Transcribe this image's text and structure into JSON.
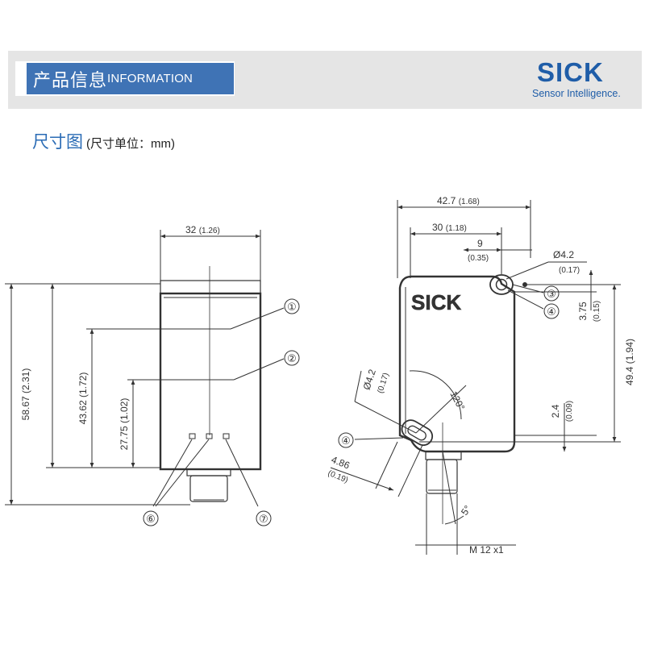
{
  "header": {
    "banner_cn": "产品信息",
    "banner_en": "INFORMATION",
    "logo_word": "SICK",
    "logo_tag": "Sensor Intelligence."
  },
  "section": {
    "title": "尺寸图",
    "subtitle": "(尺寸单位：mm)"
  },
  "front_view": {
    "width_label": "32",
    "width_label_in": "(1.26)",
    "height_total": "58.67 (2.31)",
    "height_mid": "43.62 (1.72)",
    "height_low": "27.75 (1.02)",
    "callouts": [
      "①",
      "②",
      "⑥",
      "⑦"
    ]
  },
  "side_view": {
    "overall_width": "42.7",
    "overall_width_in": "(1.68)",
    "hole_spacing": "30",
    "hole_spacing_in": "(1.18)",
    "offset": "9",
    "offset_in": "(0.35)",
    "hole_dia_top": "Ø4.2",
    "hole_dia_top_in": "(0.17)",
    "height_top": "3.75",
    "height_top_in": "(0.15)",
    "height_right": "49.4 (1.94)",
    "height_bottom": "2.4",
    "height_bottom_in": "(0.09)",
    "hole_dia_left": "Ø4.2",
    "hole_dia_left_in": "(0.17)",
    "angle_120": "120°",
    "left_offset": "4.86",
    "left_offset_in": "(0.19)",
    "angle_5": "5°",
    "thread": "M 12 x1",
    "body_logo": "SICK",
    "callouts": [
      "③",
      "④",
      "④"
    ]
  }
}
